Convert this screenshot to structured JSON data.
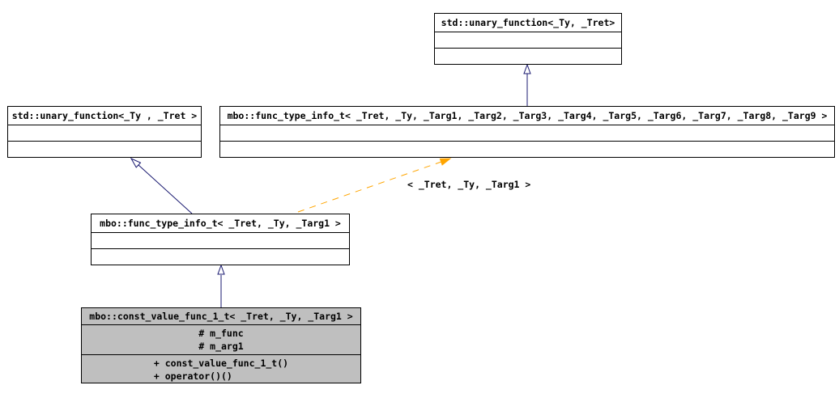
{
  "diagram": {
    "type": "uml-class-inheritance",
    "colors": {
      "background": "#ffffff",
      "box_border": "#000000",
      "box_fill": "#ffffff",
      "highlight_fill": "#bfbfbf",
      "inheritance_arrow": "#191970",
      "template_arrow": "#ffa500",
      "text": "#000000"
    },
    "classes": {
      "std_unary_function_top": {
        "title": "std::unary_function<_Ty, _Tret>"
      },
      "std_unary_function_left": {
        "title": "std::unary_function<_Ty , _Tret >"
      },
      "func_type_info_full": {
        "title": "mbo::func_type_info_t< _Tret, _Ty, _Targ1, _Targ2, _Targ3, _Targ4, _Targ5, _Targ6, _Targ7, _Targ8, _Targ9 >"
      },
      "func_type_info_1": {
        "title": "mbo::func_type_info_t< _Tret, _Ty, _Targ1 >"
      },
      "const_value_func_1_t": {
        "title": "mbo::const_value_func_1_t< _Tret, _Ty, _Targ1 >",
        "attributes": [
          "# m_func",
          "# m_arg1"
        ],
        "methods": [
          "+ const_value_func_1_t()",
          "+ operator()()"
        ]
      }
    },
    "template_edge_label": "< _Tret, _Ty, _Targ1 >"
  }
}
